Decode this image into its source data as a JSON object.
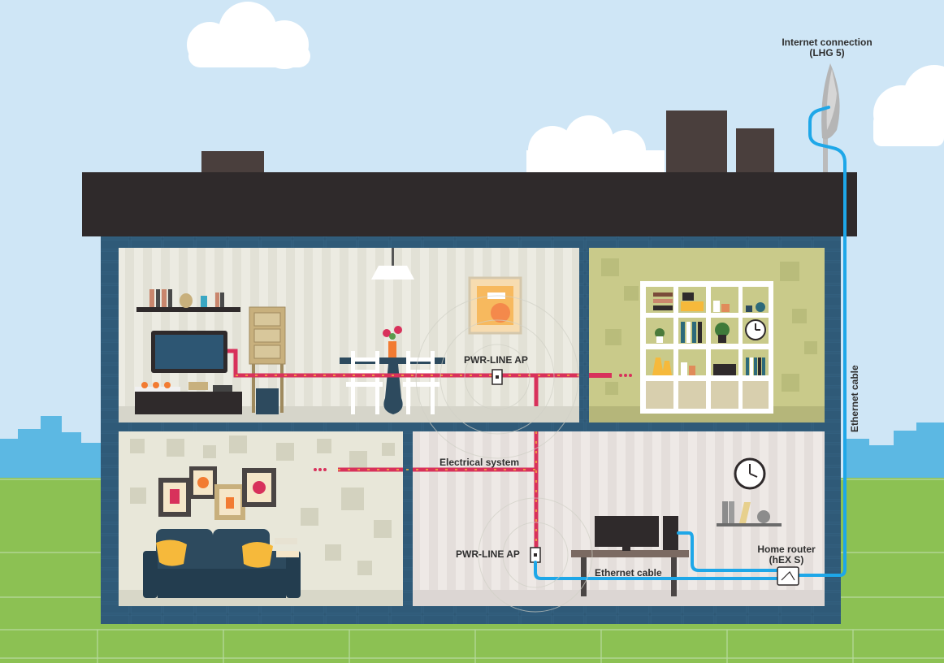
{
  "labels": {
    "internet_connection": "Internet connection",
    "internet_device": "(LHG 5)",
    "ethernet_cable_vertical": "Ethernet cable",
    "pwr_line_ap_upper": "PWR-LINE AP",
    "electrical_system": "Electrical system",
    "pwr_line_ap_lower": "PWR-LINE AP",
    "ethernet_cable_lower": "Ethernet cable",
    "home_router": "Home router",
    "home_router_device": "(hEX S)"
  },
  "colors": {
    "sky": "#cfe6f6",
    "roof": "#2f2a2b",
    "wall_brick": "#2d5673",
    "grass": "#8cc153",
    "ethernet_cable": "#1ea7e8",
    "electrical_wire": "#d8315b",
    "skyline": "#5cb8e3"
  }
}
